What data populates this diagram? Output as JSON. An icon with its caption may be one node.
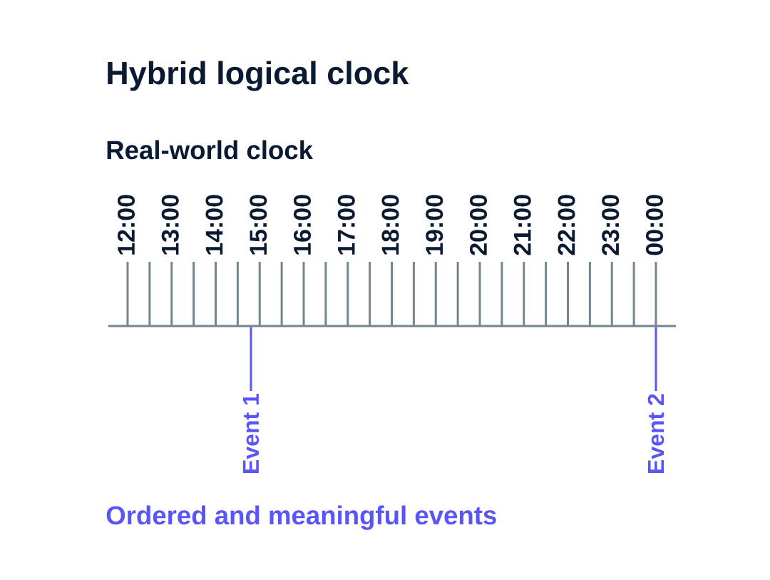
{
  "diagram": {
    "title": "Hybrid logical clock",
    "nodes": [
      {
        "text": [
          "Event 1"
        ]
      },
      {
        "text": [
          "Event 2"
        ]
      }
    ],
    "edges": [
      {
        "from": 0,
        "to": null,
        "arrow": "none"
      },
      {
        "from": 1,
        "to": null,
        "arrow": "none"
      }
    ],
    "labels": [
      "Real-world clock",
      "12:00",
      "13:00",
      "14:00",
      "15:00",
      "16:00",
      "17:00",
      "18:00",
      "19:00",
      "20:00",
      "21:00",
      "22:00",
      "23:00",
      "00:00",
      "Ordered and meaningful events"
    ]
  }
}
